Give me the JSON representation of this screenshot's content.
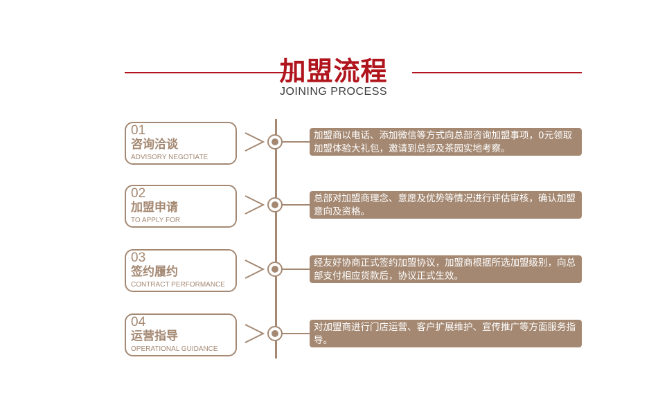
{
  "header": {
    "title": "加盟流程",
    "subtitle": "JOINING PROCESS"
  },
  "colors": {
    "accent_red": "#b0141c",
    "brown": "#a48872",
    "text_dark": "#3a3a3a"
  },
  "steps": [
    {
      "num": "01",
      "title": "咨询洽谈",
      "en": "ADVISORY NEGOTIATE",
      "desc": "加盟商以电话、添加微信等方式向总部咨询加盟事项，0元领取加盟体验大礼包，邀请到总部及茶园实地考察。"
    },
    {
      "num": "02",
      "title": "加盟申请",
      "en": "TO APPLY FOR",
      "desc": "总部对加盟商理念、意愿及优势等情况进行评估审核，确认加盟意向及资格。"
    },
    {
      "num": "03",
      "title": "签约履约",
      "en": "CONTRACT PERFORMANCE",
      "desc": "经友好协商正式签约加盟协议，加盟商根据所选加盟级别，向总部支付相应货款后，协议正式生效。"
    },
    {
      "num": "04",
      "title": "运营指导",
      "en": "OPERATIONAL GUIDANCE",
      "desc": "对加盟商进行门店运营、客户扩展维护、宣传推广等方面服务指导。"
    }
  ]
}
